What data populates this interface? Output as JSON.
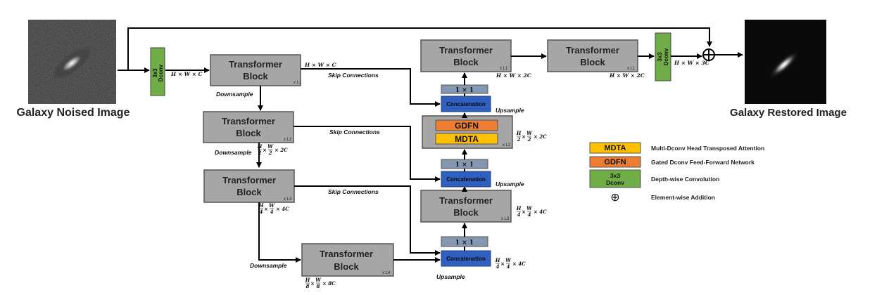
{
  "images": {
    "input_caption": "Galaxy Noised Image",
    "output_caption": "Galaxy Restored Image"
  },
  "blocks": {
    "block_title": "Transformer",
    "block_subtitle": "Block",
    "dconv_line1": "3x3",
    "dconv_line2": "Dconv",
    "conv1x1": "1 × 1",
    "concat": "Concatenation",
    "gdfn": "GDFN",
    "mdta": "MDTA"
  },
  "repeat_labels": {
    "l1": "x L1",
    "l2": "x L2",
    "l3": "x L3",
    "l4": "x L4"
  },
  "edge_labels": {
    "skip": "Skip Connections",
    "downsample": "Downsample",
    "upsample": "Upsample"
  },
  "dims": {
    "hwc": "H × W × C",
    "hw2c": "H × W × 2C",
    "hw3c": "H × W × 3C",
    "h2w2_2c": "× 2C",
    "h4w4_4c": "× 4C",
    "h8w8_8c": "× 8C",
    "frac_h": "H",
    "frac_w": "W",
    "den2": "2",
    "den4": "4",
    "den8": "8"
  },
  "legend": [
    {
      "box": "MDTA",
      "label": "Multi-Dconv Head Transposed Attention",
      "color": "#ffc000"
    },
    {
      "box": "GDFN",
      "label": "Gated Dconv Feed-Forward Network",
      "color": "#ed7d31"
    },
    {
      "box": "3x3 Dconv",
      "label": "Depth-wise Convolution",
      "color": "#70ad47"
    },
    {
      "box": "⊕",
      "label": "Element-wise Addition",
      "color": "#ffffff"
    }
  ],
  "colors": {
    "transformer": "#a6a6a6",
    "dconv": "#70ad47",
    "concat": "#2f5fbf",
    "conv1x1": "#8497b0",
    "gdfn": "#ed7d31",
    "mdta": "#ffc000"
  }
}
